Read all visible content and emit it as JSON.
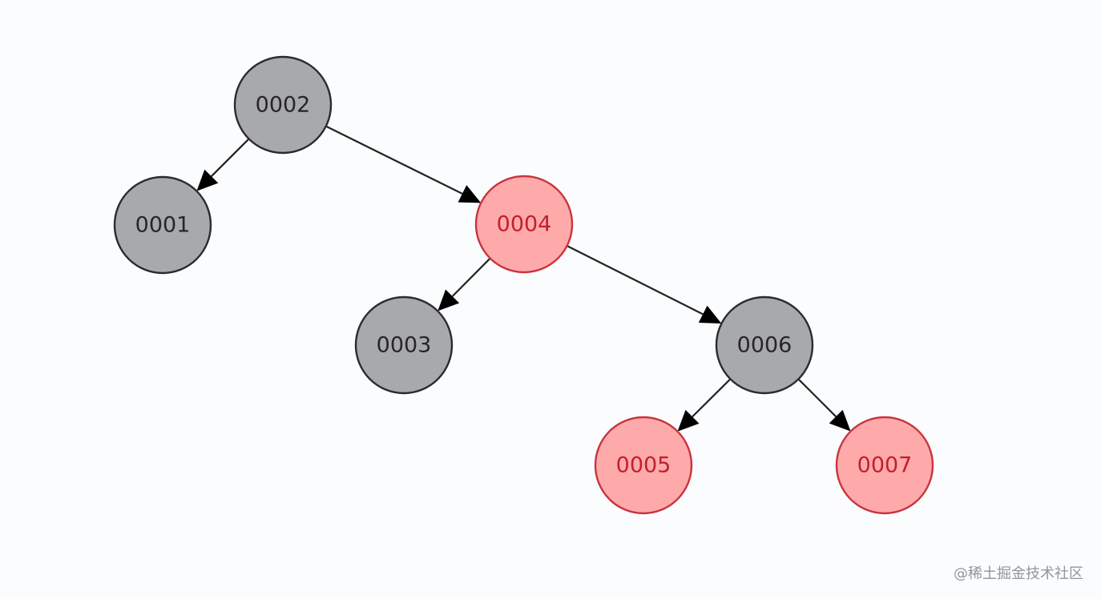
{
  "colors": {
    "background": "#fbfcfd",
    "black_fill": "#a8a9ad",
    "black_stroke": "#2b2b2b",
    "black_text": "#262626",
    "red_fill": "#ffaaaa",
    "red_stroke": "#c8343f",
    "red_text": "#c21f2e",
    "edge": "#222222"
  },
  "tree": {
    "nodes": [
      {
        "id": "n0002",
        "label": "0002",
        "color": "black"
      },
      {
        "id": "n0001",
        "label": "0001",
        "color": "black"
      },
      {
        "id": "n0004",
        "label": "0004",
        "color": "red"
      },
      {
        "id": "n0003",
        "label": "0003",
        "color": "black"
      },
      {
        "id": "n0006",
        "label": "0006",
        "color": "black"
      },
      {
        "id": "n0005",
        "label": "0005",
        "color": "red"
      },
      {
        "id": "n0007",
        "label": "0007",
        "color": "red"
      }
    ],
    "edges": [
      {
        "from": "n0002",
        "to": "n0001"
      },
      {
        "from": "n0002",
        "to": "n0004"
      },
      {
        "from": "n0004",
        "to": "n0003"
      },
      {
        "from": "n0004",
        "to": "n0006"
      },
      {
        "from": "n0006",
        "to": "n0005"
      },
      {
        "from": "n0006",
        "to": "n0007"
      }
    ]
  },
  "watermark": {
    "text": "@稀土掘金技术社区"
  }
}
